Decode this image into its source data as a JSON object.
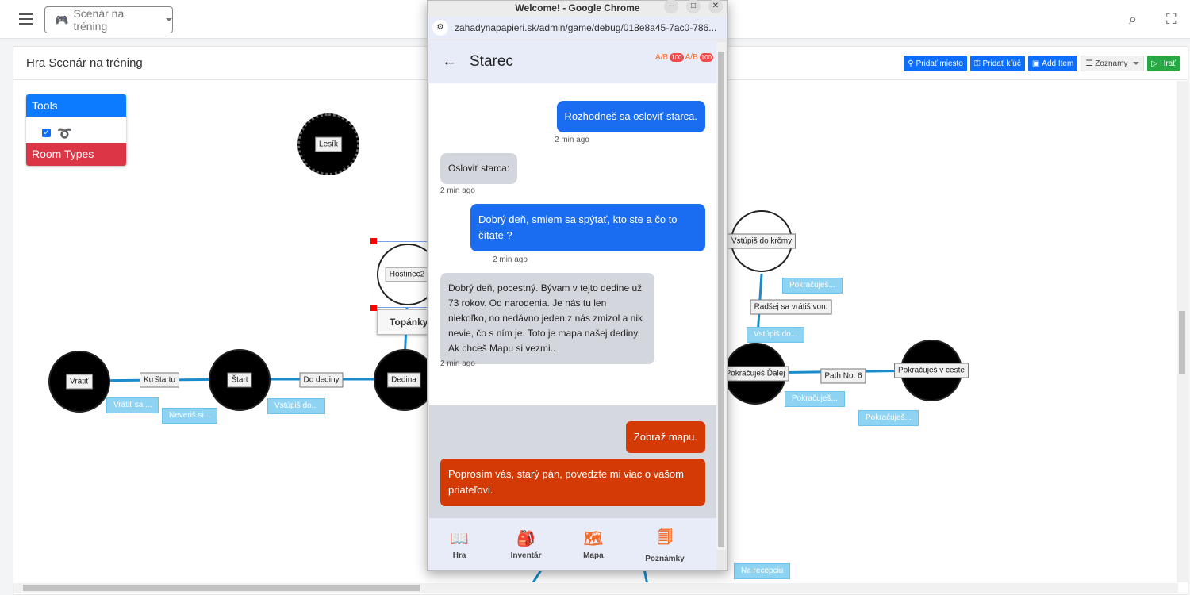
{
  "topbar": {
    "game_select": "Scenár na tréning"
  },
  "card": {
    "title": "Hra Scenár na tréning",
    "buttons": {
      "add_place": "Pridať miesto",
      "add_key": "Pridať kľúč",
      "add_item": "Add Item",
      "lists": "Zoznamy",
      "play": "Hrať"
    }
  },
  "tools": {
    "title": "Tools",
    "room_types": "Room Types",
    "path_tool_checked": true
  },
  "graph": {
    "nodes": {
      "lesik": "Lesík",
      "hostinec2": "Hostinec2",
      "dedina": "Dedina",
      "start": "Štart",
      "vratit": "Vrátiť",
      "krcma": "Vstúpiš do krčmy",
      "dalej": "Pokračuješ Ďalej",
      "ceste": "Pokračuješ v ceste"
    },
    "item": "Topánky",
    "edges": {
      "ku_startu": "Ku štartu",
      "do_dediny": "Do dediny",
      "path6": "Path No. 6",
      "von": "Radšej sa vrátiš von."
    },
    "tags": {
      "t1": "Vrátiť sa ...",
      "t2": "Neveriš si...",
      "t3": "Vstúpiš do...",
      "t4": "Pokračuješ...",
      "t5": "Vstúpiš do...",
      "t6": "Pokračuješ...",
      "t7": "Pokračuješ...",
      "t8": "Na recepciu"
    }
  },
  "browser": {
    "title": "Welcome! - Google Chrome",
    "url": "zahadynapapieri.sk/admin/game/debug/018e8a45-7ac0-786..."
  },
  "app": {
    "header": "Starec",
    "badge1": "100",
    "badge2": "100",
    "messages": [
      {
        "text": "Rozhodneš sa osloviť starca.",
        "time": "2 min ago"
      },
      {
        "text": "Osloviť starca:",
        "time": "2 min ago"
      },
      {
        "text": "Dobrý deň, smiem sa spýtať, kto ste a čo to čítate ?",
        "time": "2 min ago"
      },
      {
        "text": "Dobrý deň, pocestný. Bývam v tejto dedine už 73 rokov. Od narodenia. Je nás tu len niekoľko, no nedávno jeden z nás zmizol a nik nevie, čo s ním je. Toto je mapa našej dediny. Ak chceš Mapu si vezmi..",
        "time": "2 min ago"
      }
    ],
    "actions": [
      "Zobraž mapu.",
      "Poprosím vás, starý pán, povedzte mi viac o vašom priateľovi."
    ],
    "nav": [
      "Hra",
      "Inventár",
      "Mapa",
      "Poznámky"
    ]
  }
}
